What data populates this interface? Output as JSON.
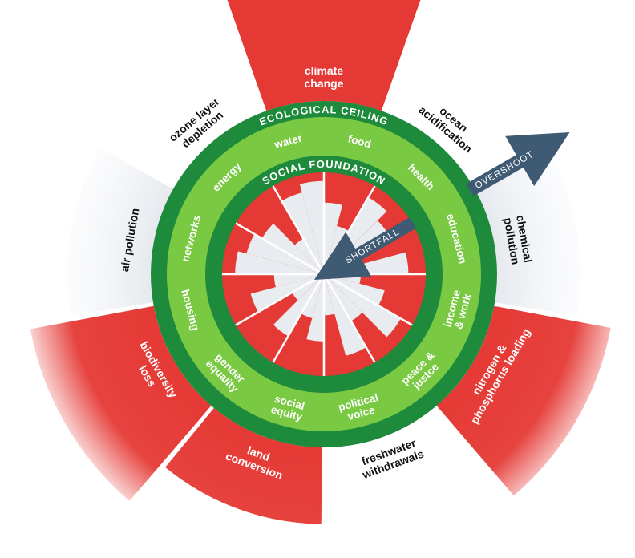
{
  "colors": {
    "overshoot_red": "#e53935",
    "dark_green": "#1e8a3c",
    "light_green": "#7ac943",
    "shortfall_red": "#e53935",
    "unmet_grey": "#e8ebef",
    "arrow_slate": "#3f5a73"
  },
  "ecological_ceiling": {
    "title": "ECOLOGICAL CEILING",
    "dimensions": [
      {
        "label_lines": [
          "climate",
          "change"
        ],
        "overshoot": 0.85
      },
      {
        "label_lines": [
          "ocean",
          "acidification"
        ],
        "overshoot": 0.0
      },
      {
        "label_lines": [
          "chemical",
          "pollution"
        ],
        "overshoot": 0.6
      },
      {
        "label_lines": [
          "nitrogen &",
          "phosphorus loading"
        ],
        "overshoot": 0.85
      },
      {
        "label_lines": [
          "freshwater",
          "withdrawals"
        ],
        "overshoot": 0.0
      },
      {
        "label_lines": [
          "land",
          "conversion"
        ],
        "overshoot": 0.55
      },
      {
        "label_lines": [
          "biodiversity",
          "loss"
        ],
        "overshoot": 0.9
      },
      {
        "label_lines": [
          "air pollution"
        ],
        "overshoot": 0.6
      },
      {
        "label_lines": [
          "ozone layer",
          "depletion"
        ],
        "overshoot": 0.0
      }
    ]
  },
  "social_foundation": {
    "title": "SOCIAL FOUNDATION",
    "dimensions": [
      {
        "label_lines": [
          "food"
        ]
      },
      {
        "label_lines": [
          "health"
        ]
      },
      {
        "label_lines": [
          "education"
        ]
      },
      {
        "label_lines": [
          "income",
          "& work"
        ]
      },
      {
        "label_lines": [
          "peace &",
          "justce"
        ]
      },
      {
        "label_lines": [
          "political",
          "voice"
        ]
      },
      {
        "label_lines": [
          "social",
          "equity"
        ]
      },
      {
        "label_lines": [
          "gender",
          "equality"
        ]
      },
      {
        "label_lines": [
          "housing"
        ]
      },
      {
        "label_lines": [
          "networks"
        ]
      },
      {
        "label_lines": [
          "energy"
        ]
      },
      {
        "label_lines": [
          "water"
        ]
      }
    ],
    "shortfall_segments": [
      0.35,
      0.6,
      0.15,
      0.3,
      0.8,
      0.2,
      0.75,
      0.45,
      0.15,
      0.55,
      0.2,
      0.7,
      0.4,
      0.65,
      0.35,
      0.75,
      0.3,
      0.6,
      0.15,
      0.25,
      0.35,
      0.7,
      0.2,
      0.1
    ]
  },
  "arrows": {
    "overshoot": "OVERSHOOT",
    "shortfall": "SHORTFALL"
  }
}
